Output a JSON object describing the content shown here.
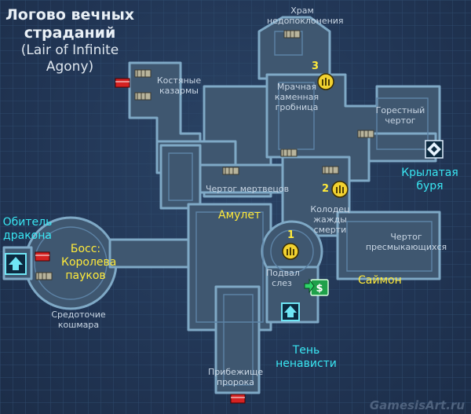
{
  "title": {
    "ru": "Логово вечных страданий",
    "en": "(Lair of Infinite Agony)"
  },
  "watermark": "GamesisArt.ru",
  "labels": {
    "hram": "Храм недопоклонения",
    "kostyanye": "Костяные казармы",
    "mrachnaya": "Мрачная каменная гробница",
    "gorestny": "Горестный чертог",
    "krylataya": "Крылатая буря",
    "chertog_mertvecov": "Чертог мертвецов",
    "amulet": "Амулет",
    "kolodec": "Колодец жажды смерти",
    "obitel": "Обитель дракона",
    "boss": "Босс: Королева пауков",
    "chertog_presm": "Чертог пресмыкающихся",
    "podval": "Подвал слез",
    "saimon": "Саймон",
    "sredotochie": "Средоточие кошмара",
    "ten": "Тень ненависти",
    "pribezhishe": "Прибежище пророка"
  },
  "markers": {
    "shrine_numbers": [
      "1",
      "2",
      "3"
    ],
    "icons": [
      "red-chest-icon",
      "gray-chest-icon",
      "shrine-icon",
      "fast-travel-icon",
      "exit-arrow-icon",
      "vending-machine-icon",
      "diamond-waypoint-icon"
    ]
  },
  "colors": {
    "background": "#223756",
    "floor": "#3f5770",
    "wall": "#7fa9c6",
    "gold_label": "#ffea3a",
    "cyan_label": "#39e6f2"
  }
}
